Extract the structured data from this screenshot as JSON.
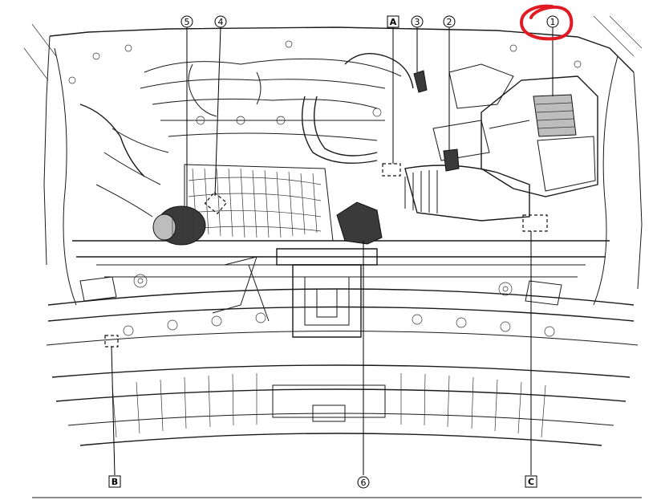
{
  "callouts": [
    {
      "id": "c1",
      "label": "1",
      "shape": "circle"
    },
    {
      "id": "c2",
      "label": "2",
      "shape": "circle"
    },
    {
      "id": "c3",
      "label": "3",
      "shape": "circle"
    },
    {
      "id": "c4",
      "label": "4",
      "shape": "circle"
    },
    {
      "id": "c5",
      "label": "5",
      "shape": "circle"
    },
    {
      "id": "c6",
      "label": "6",
      "shape": "circle"
    },
    {
      "id": "cA",
      "label": "A",
      "shape": "square"
    },
    {
      "id": "cB",
      "label": "B",
      "shape": "square"
    },
    {
      "id": "cC",
      "label": "C",
      "shape": "square"
    }
  ],
  "highlight": {
    "target": "1",
    "color": "#e01b24"
  },
  "colors": {
    "line": "#1a1a1a",
    "highlighted_part": "#3a3a3a",
    "background": "#ffffff"
  }
}
